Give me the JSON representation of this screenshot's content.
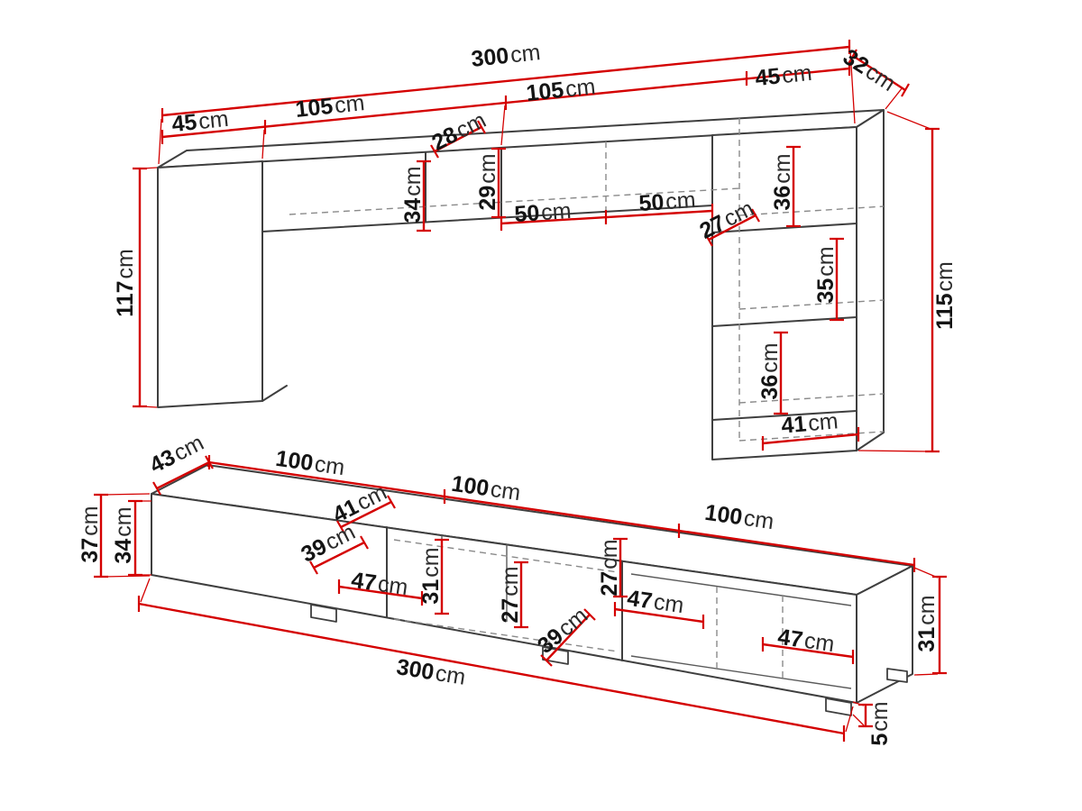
{
  "meta": {
    "description": "Furniture dimension drawing: wall-mounted cabinet unit (top) and TV stand (bottom)",
    "unit": "cm",
    "dimension_color": "#d40000",
    "outline_color": "#3f3f3f"
  },
  "labels": {
    "top_total": {
      "value": "300",
      "unit": "cm"
    },
    "top_45_left": {
      "value": "45",
      "unit": "cm"
    },
    "top_105_left": {
      "value": "105",
      "unit": "cm"
    },
    "top_105_right": {
      "value": "105",
      "unit": "cm"
    },
    "top_45_right": {
      "value": "45",
      "unit": "cm"
    },
    "top_depth_32": {
      "value": "32",
      "unit": "cm"
    },
    "cab_depth_28": {
      "value": "28",
      "unit": "cm"
    },
    "cab_height_34": {
      "value": "34",
      "unit": "cm"
    },
    "cab_height_29": {
      "value": "29",
      "unit": "cm"
    },
    "comp_50_left": {
      "value": "50",
      "unit": "cm"
    },
    "comp_50_right": {
      "value": "50",
      "unit": "cm"
    },
    "comp_27": {
      "value": "27",
      "unit": "cm"
    },
    "shelf_36_top": {
      "value": "36",
      "unit": "cm"
    },
    "shelf_35": {
      "value": "35",
      "unit": "cm"
    },
    "shelf_36_bottom": {
      "value": "36",
      "unit": "cm"
    },
    "shelf_41": {
      "value": "41",
      "unit": "cm"
    },
    "left_height_117": {
      "value": "117",
      "unit": "cm"
    },
    "right_height_115": {
      "value": "115",
      "unit": "cm"
    },
    "stand_depth_43": {
      "value": "43",
      "unit": "cm"
    },
    "stand_100_1": {
      "value": "100",
      "unit": "cm"
    },
    "stand_100_2": {
      "value": "100",
      "unit": "cm"
    },
    "stand_100_3": {
      "value": "100",
      "unit": "cm"
    },
    "stand_41": {
      "value": "41",
      "unit": "cm"
    },
    "stand_39_left": {
      "value": "39",
      "unit": "cm"
    },
    "stand_47_1": {
      "value": "47",
      "unit": "cm"
    },
    "stand_31_inner": {
      "value": "31",
      "unit": "cm"
    },
    "stand_27_1": {
      "value": "27",
      "unit": "cm"
    },
    "stand_27_2": {
      "value": "27",
      "unit": "cm"
    },
    "stand_39_right": {
      "value": "39",
      "unit": "cm"
    },
    "stand_47_2": {
      "value": "47",
      "unit": "cm"
    },
    "stand_47_3": {
      "value": "47",
      "unit": "cm"
    },
    "stand_31_right": {
      "value": "31",
      "unit": "cm"
    },
    "stand_total_300": {
      "value": "300",
      "unit": "cm"
    },
    "stand_feet_5": {
      "value": "5",
      "unit": "cm"
    },
    "stand_height_37": {
      "value": "37",
      "unit": "cm"
    },
    "stand_height_34": {
      "value": "34",
      "unit": "cm"
    }
  }
}
